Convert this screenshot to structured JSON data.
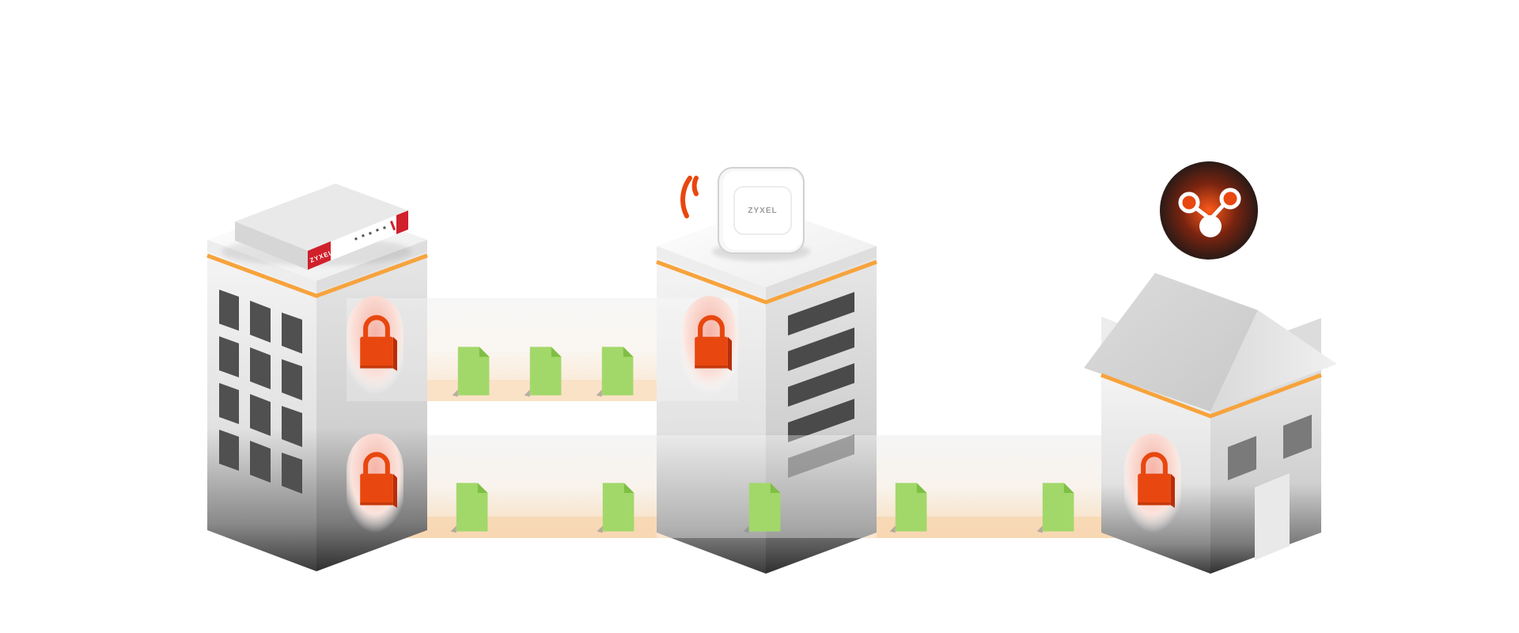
{
  "brand": {
    "firewall_label": "ZYXEL",
    "access_point_label": "ZYXEL"
  },
  "colors": {
    "accent_orange": "#F7A33C",
    "lock_orange": "#E8470F",
    "lock_dark": "#B72E0A",
    "document_green": "#A2D86A",
    "document_fold": "#7FBF45",
    "firewall_red": "#D0202C",
    "building_light": "#F2F2F2",
    "building_dark": "#444444",
    "window_gray": "#505050"
  },
  "diagram": {
    "nodes": [
      {
        "id": "hq",
        "kind": "office-building",
        "device": "firewall",
        "device_icon": "firewall-appliance-icon"
      },
      {
        "id": "branch",
        "kind": "office-building",
        "device": "access-point",
        "device_icon": "wifi-access-point-icon"
      },
      {
        "id": "home",
        "kind": "house",
        "device": "remote-connection",
        "device_icon": "network-nodes-icon"
      }
    ],
    "tunnels": [
      {
        "from": "hq",
        "to": "branch",
        "lock_icons": 2,
        "documents": 3
      },
      {
        "from": "hq",
        "to": "home",
        "lock_icons": 2,
        "documents": 5
      }
    ]
  }
}
